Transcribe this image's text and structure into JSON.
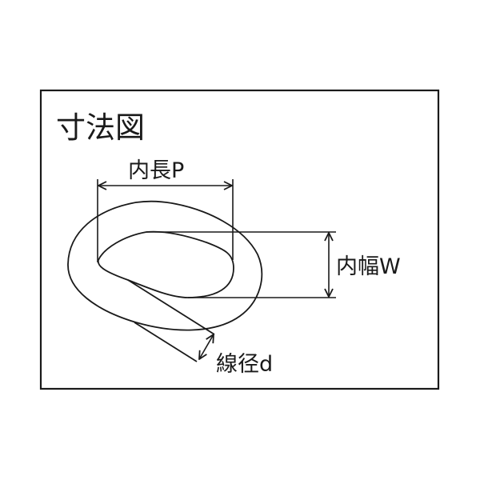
{
  "diagram": {
    "title": "寸法図",
    "colors": {
      "stroke": "#1a1a1a",
      "background": "#ffffff"
    },
    "dimensions": {
      "inner_length": {
        "label": "内長P"
      },
      "inner_width": {
        "label": "内幅W"
      },
      "wire_diameter": {
        "label": "線径d"
      }
    }
  }
}
